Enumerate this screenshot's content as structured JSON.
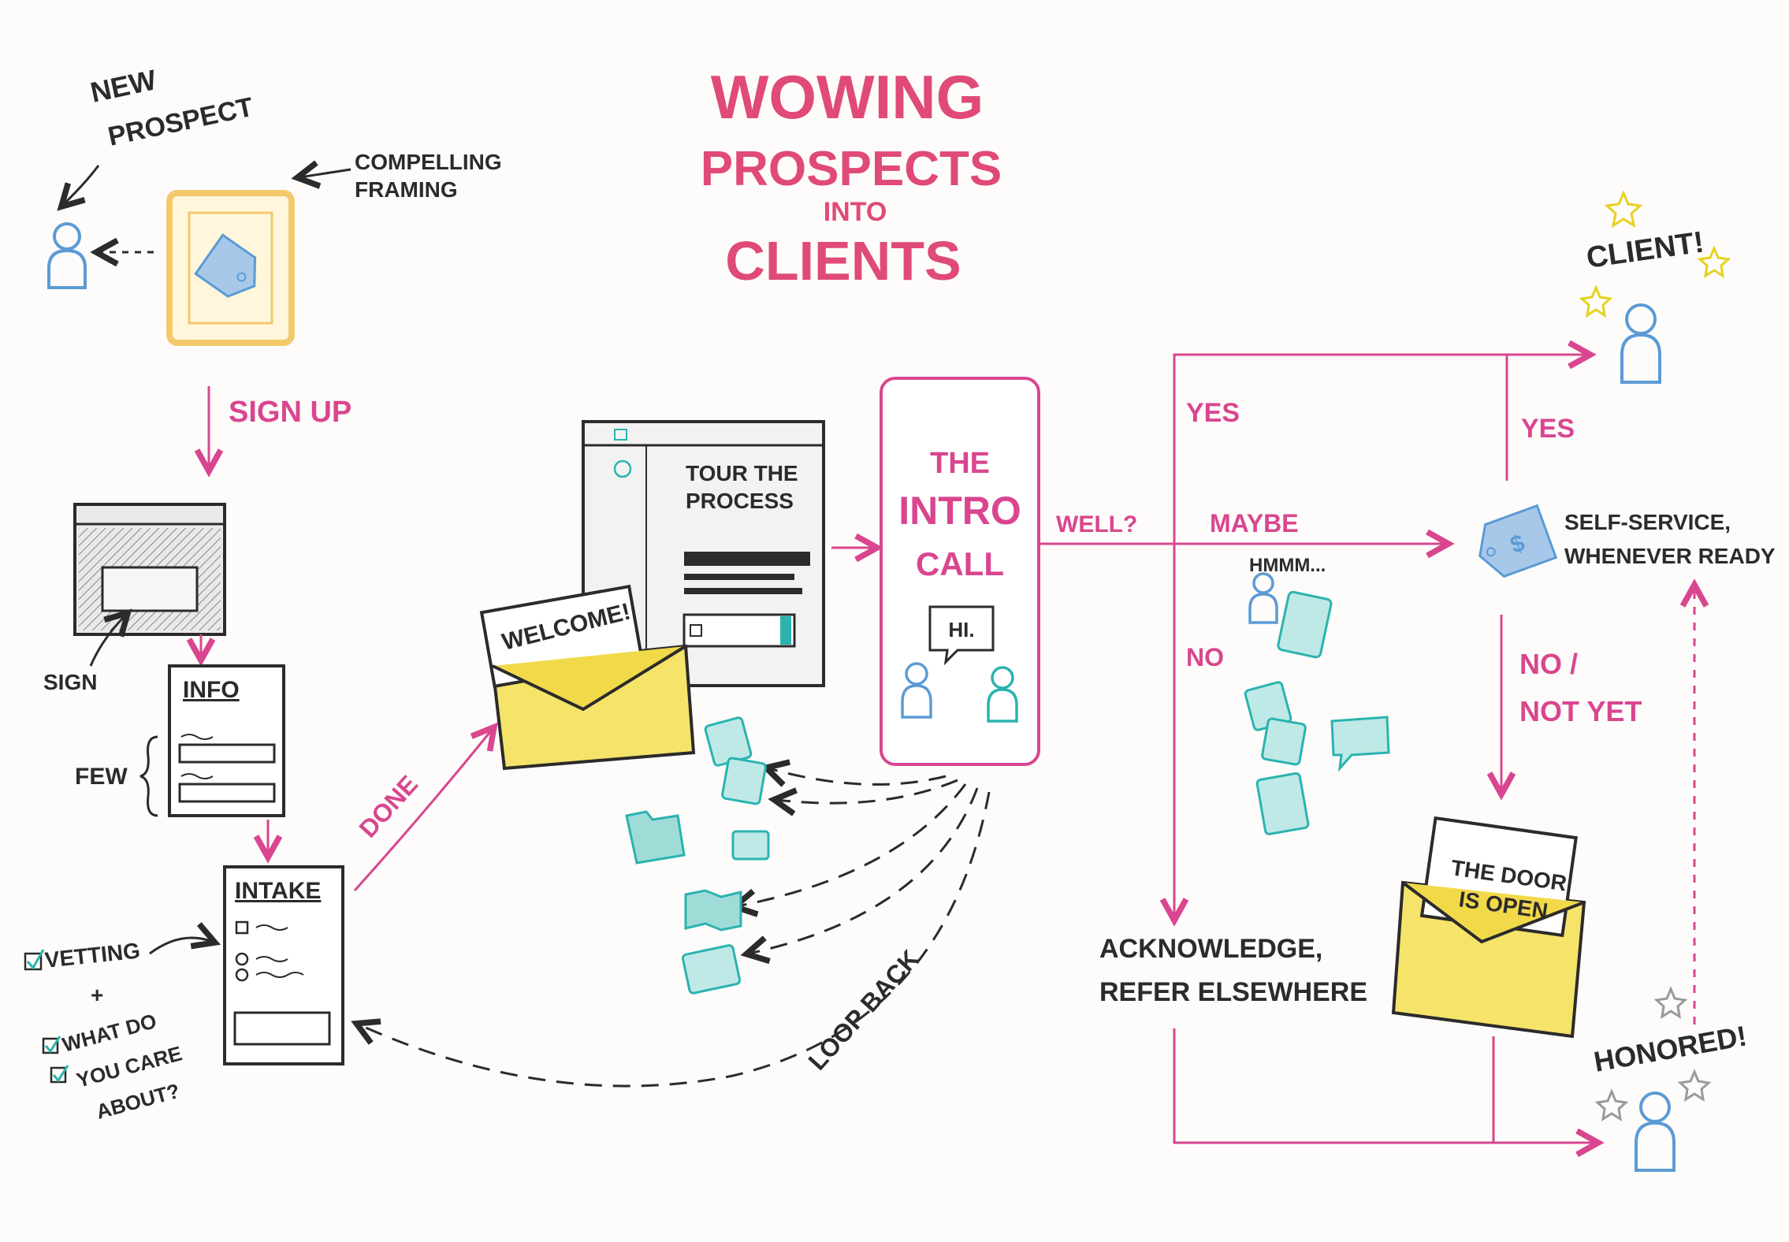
{
  "title": {
    "line1": "WOWING",
    "line2": "PROSPECTS",
    "line3": "INTO",
    "line4": "CLIENTS"
  },
  "left": {
    "new_prospect_1": "NEW",
    "new_prospect_2": "PROSPECT",
    "framing_1": "COMPELLING",
    "framing_2": "FRAMING",
    "sign_up": "SIGN UP",
    "sign_in": "SIGN",
    "info": "INFO",
    "few": "FEW",
    "intake": "INTAKE",
    "vetting": "VETTING",
    "plus": "+",
    "care_1": "WHAT DO",
    "care_2": "YOU CARE",
    "care_3": "ABOUT?",
    "done": "DONE"
  },
  "middle": {
    "welcome": "WELCOME!",
    "tour_1": "TOUR THE",
    "tour_2": "PROCESS",
    "intro_1": "THE",
    "intro_2": "INTRO",
    "intro_3": "CALL",
    "hi": "HI.",
    "loop_back": "LOOP BACK"
  },
  "right": {
    "well": "WELL?",
    "yes_1": "YES",
    "maybe": "MAYBE",
    "no": "NO",
    "hmmm": "HMMM...",
    "client": "CLIENT!",
    "yes_2": "YES",
    "self_service_1": "SELF-SERVICE,",
    "self_service_2": "WHENEVER READY",
    "no_not_yet_1": "NO /",
    "no_not_yet_2": "NOT YET",
    "door_1": "THE DOOR",
    "door_2": "IS OPEN",
    "acknowledge_1": "ACKNOWLEDGE,",
    "acknowledge_2": "REFER ELSEWHERE",
    "honored": "HONORED!"
  },
  "colors": {
    "pink": "#d9468f",
    "title_red": "#e04a78",
    "blue": "#5b9bd5",
    "teal": "#2bb3b0",
    "yellow": "#f6e36a",
    "orange_frame": "#f3c96a",
    "dark": "#2b2b2b"
  }
}
